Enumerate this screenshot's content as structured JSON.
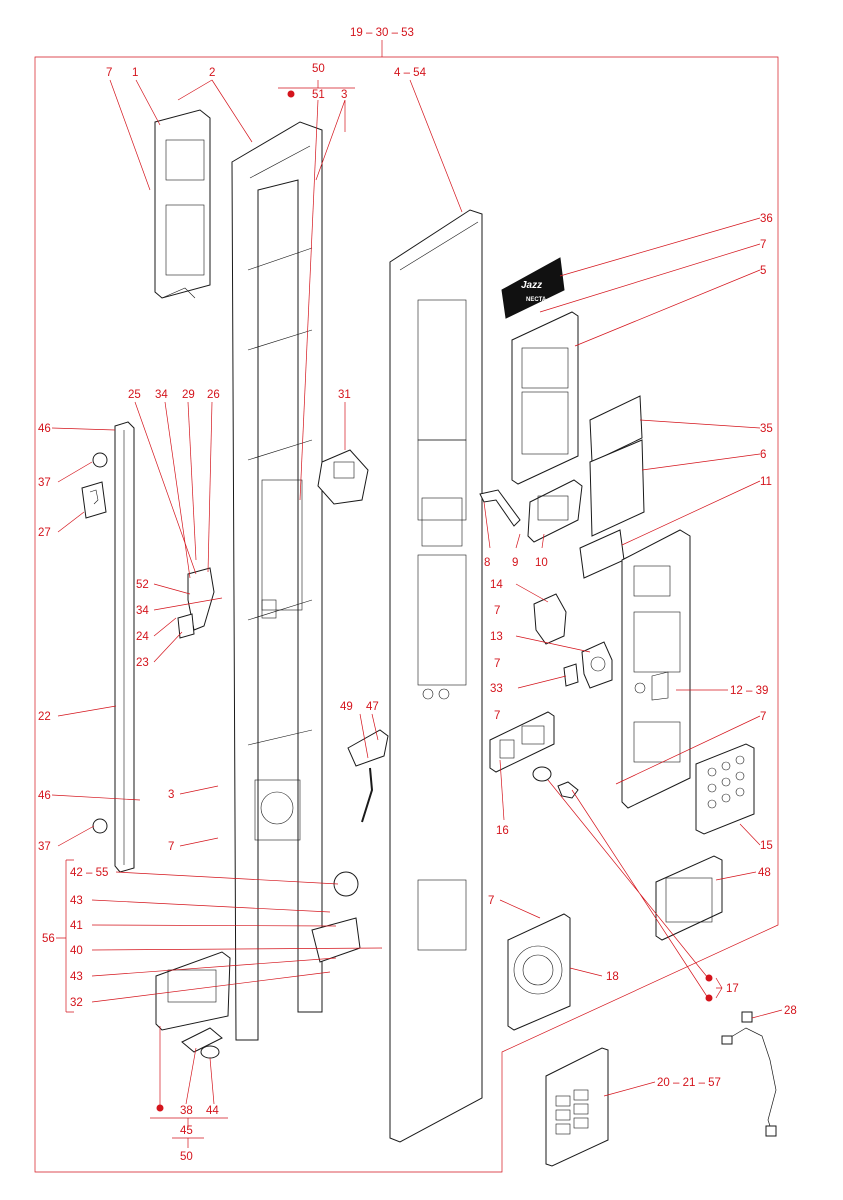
{
  "diagram": {
    "title_group": "19 – 30 – 53",
    "brand_label": {
      "line1": "Jazz",
      "line2": "NECTA"
    },
    "callouts": [
      "7",
      "1",
      "2",
      "50",
      "51",
      "3",
      "4 – 54",
      "36",
      "7",
      "5",
      "35",
      "6",
      "11",
      "25",
      "34",
      "29",
      "26",
      "31",
      "46",
      "37",
      "27",
      "52",
      "34",
      "24",
      "23",
      "22",
      "46",
      "37",
      "3",
      "7",
      "42 – 55",
      "43",
      "41",
      "40",
      "43",
      "32",
      "56",
      "8",
      "9",
      "10",
      "14",
      "7",
      "13",
      "7",
      "33",
      "49",
      "47",
      "7",
      "12 – 39",
      "7",
      "16",
      "15",
      "48",
      "7",
      "18",
      "17",
      "28",
      "20 – 21 – 57",
      "38",
      "44",
      "45",
      "50"
    ],
    "colors": {
      "callout": "#d4141c",
      "line": "#1a1a1a"
    }
  }
}
